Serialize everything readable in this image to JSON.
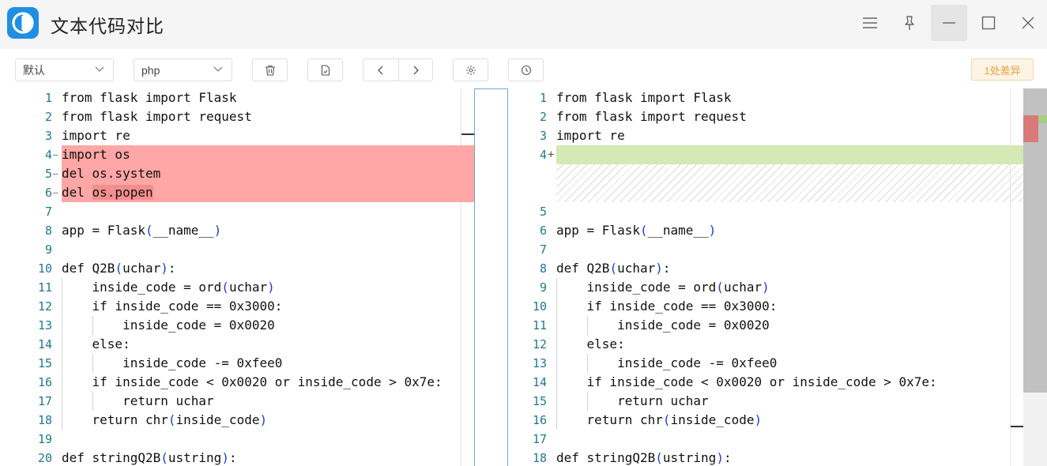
{
  "app": {
    "title": "文本代码对比"
  },
  "toolbar": {
    "theme_value": "默认",
    "language_value": "php",
    "diff_badge": "1处差异"
  },
  "icons": {
    "menu": "menu-icon",
    "pin": "pin-icon",
    "minimize": "minimize-icon",
    "maximize": "maximize-icon",
    "close": "close-icon",
    "trash": "trash-icon",
    "file": "file-icon",
    "prev": "chevron-left-icon",
    "next": "chevron-right-icon",
    "settings": "gear-icon",
    "history": "clock-icon"
  },
  "colors": {
    "deleted": "#ffa6a6",
    "added": "#d4e9b3",
    "badge_text": "#e6a23c",
    "logo": "#1e8fe1"
  },
  "left": {
    "lines": [
      {
        "n": "1",
        "text": "from flask import Flask"
      },
      {
        "n": "2",
        "text": "from flask import request"
      },
      {
        "n": "3",
        "text": "import re"
      },
      {
        "n": "4",
        "text": "import os",
        "type": "del"
      },
      {
        "n": "5",
        "text": "del os.system",
        "type": "del"
      },
      {
        "n": "6",
        "text": "del os.popen",
        "type": "del"
      },
      {
        "n": "7",
        "text": ""
      },
      {
        "n": "8",
        "text": "app = Flask(__name__)"
      },
      {
        "n": "9",
        "text": ""
      },
      {
        "n": "10",
        "text": "def Q2B(uchar):"
      },
      {
        "n": "11",
        "text": "    inside_code = ord(uchar)"
      },
      {
        "n": "12",
        "text": "    if inside_code == 0x3000:"
      },
      {
        "n": "13",
        "text": "        inside_code = 0x0020"
      },
      {
        "n": "14",
        "text": "    else:"
      },
      {
        "n": "15",
        "text": "        inside_code -= 0xfee0"
      },
      {
        "n": "16",
        "text": "    if inside_code < 0x0020 or inside_code > 0x7e:"
      },
      {
        "n": "17",
        "text": "        return uchar"
      },
      {
        "n": "18",
        "text": "    return chr(inside_code)"
      },
      {
        "n": "19",
        "text": ""
      },
      {
        "n": "20",
        "text": "def stringQ2B(ustring):"
      }
    ]
  },
  "right": {
    "lines": [
      {
        "n": "1",
        "text": "from flask import Flask"
      },
      {
        "n": "2",
        "text": "from flask import request"
      },
      {
        "n": "3",
        "text": "import re"
      },
      {
        "n": "4",
        "text": "",
        "type": "add"
      },
      {
        "n": "5",
        "text": ""
      },
      {
        "n": "6",
        "text": "app = Flask(__name__)"
      },
      {
        "n": "7",
        "text": ""
      },
      {
        "n": "8",
        "text": "def Q2B(uchar):"
      },
      {
        "n": "9",
        "text": "    inside_code = ord(uchar)"
      },
      {
        "n": "10",
        "text": "    if inside_code == 0x3000:"
      },
      {
        "n": "11",
        "text": "        inside_code = 0x0020"
      },
      {
        "n": "12",
        "text": "    else:"
      },
      {
        "n": "13",
        "text": "        inside_code -= 0xfee0"
      },
      {
        "n": "14",
        "text": "    if inside_code < 0x0020 or inside_code > 0x7e:"
      },
      {
        "n": "15",
        "text": "        return uchar"
      },
      {
        "n": "16",
        "text": "    return chr(inside_code)"
      },
      {
        "n": "17",
        "text": ""
      },
      {
        "n": "18",
        "text": "def stringQ2B(ustring):"
      }
    ]
  }
}
